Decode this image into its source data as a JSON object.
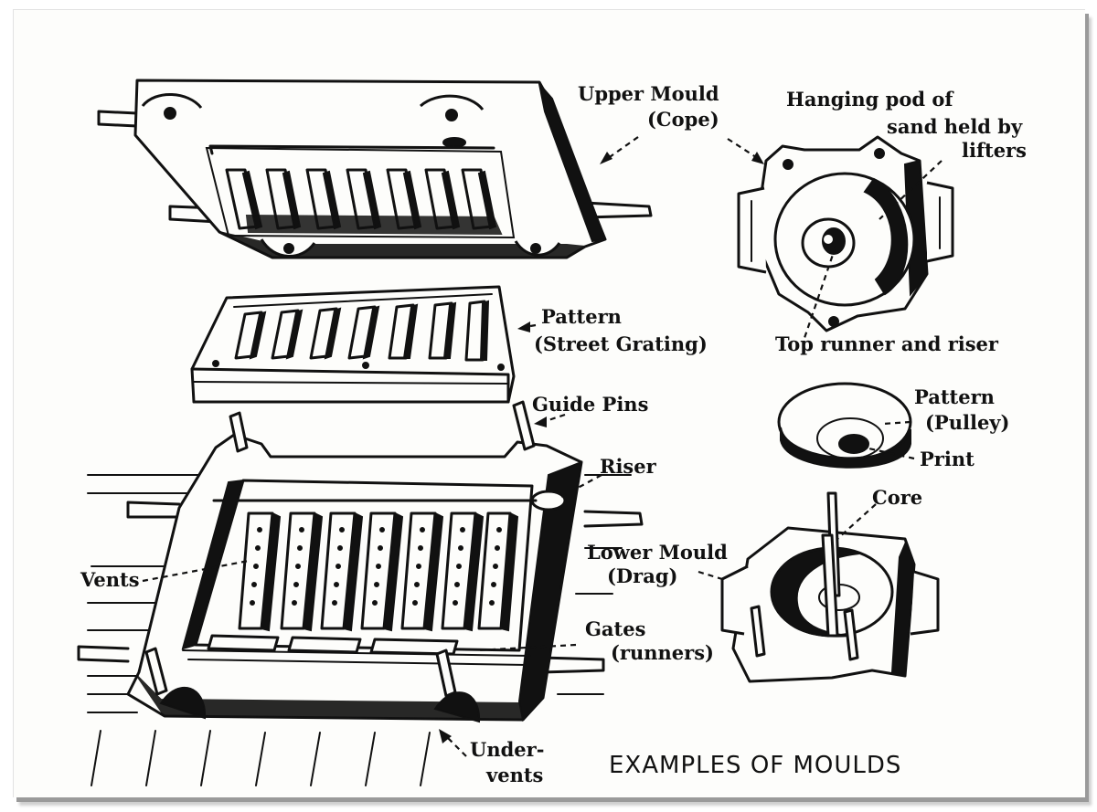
{
  "title": "EXAMPLES OF MOULDS",
  "labels": {
    "upper_mould_1": "Upper Mould",
    "upper_mould_2": "(Cope)",
    "hanging_1": "Hanging pod of",
    "hanging_2": "sand held by",
    "hanging_3": "lifters",
    "pattern_grating_1": "Pattern",
    "pattern_grating_2": "(Street Grating)",
    "top_runner": "Top runner and riser",
    "guide_pins": "Guide Pins",
    "pattern_pulley_1": "Pattern",
    "pattern_pulley_2": "(Pulley)",
    "print": "Print",
    "riser": "Riser",
    "core": "Core",
    "vents": "Vents",
    "lower_mould_1": "Lower Mould",
    "lower_mould_2": "(Drag)",
    "gates_1": "Gates",
    "gates_2": "(runners)",
    "under_1": "Under-",
    "under_2": "vents"
  }
}
